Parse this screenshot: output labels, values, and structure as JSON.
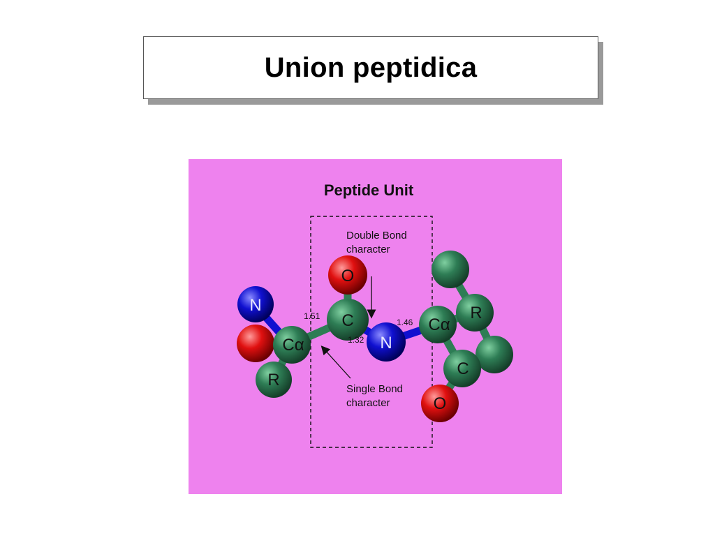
{
  "slide": {
    "title": "Union peptidica"
  },
  "figure": {
    "title": "Peptide Unit",
    "background_color": "#ee82ee",
    "annotations": {
      "double_bond_line1": "Double Bond",
      "double_bond_line2": "character",
      "single_bond_line1": "Single Bond",
      "single_bond_line2": "character"
    },
    "bond_lengths": {
      "calpha_c": "1.51",
      "c_n": "1.32",
      "n_calpha": "1.46"
    },
    "atoms": {
      "left_n": "N",
      "left_calpha": "Cα",
      "left_r": "R",
      "carbonyl_o": "O",
      "carbonyl_c": "C",
      "amide_n": "N",
      "right_calpha": "Cα",
      "right_r": "R",
      "right_c": "C",
      "right_o": "O"
    },
    "colors": {
      "carbon": "#2e7d55",
      "oxygen": "#e01010",
      "nitrogen": "#1010d0"
    }
  }
}
